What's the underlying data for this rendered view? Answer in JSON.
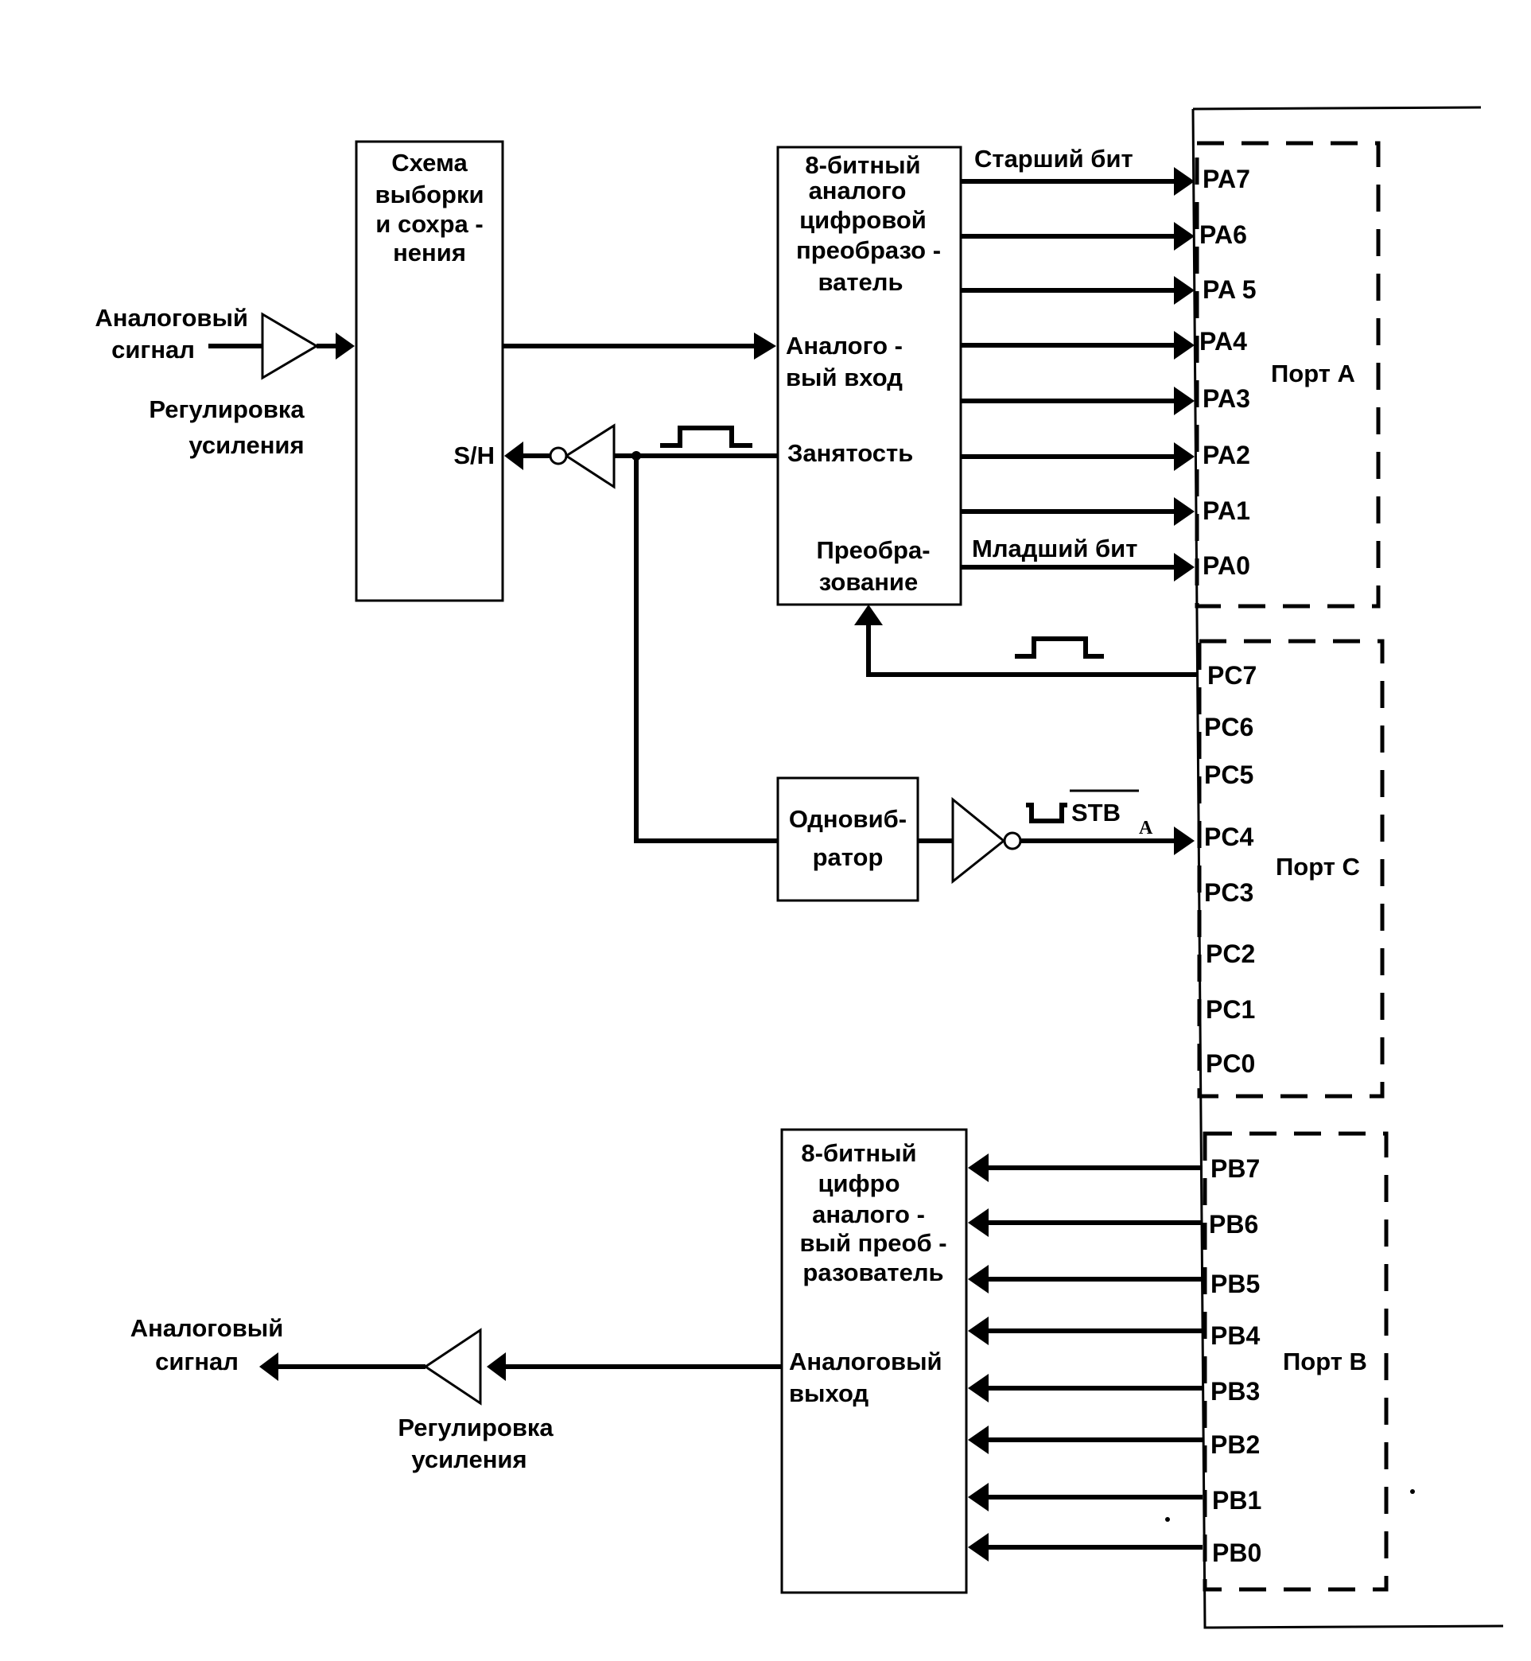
{
  "input_section": {
    "signal_label": [
      "Аналоговый",
      "сигнал"
    ],
    "gain_label": [
      "Регулировка",
      "усиления"
    ]
  },
  "sample_hold": {
    "title": [
      "Схема",
      "выборки",
      "и сохра -",
      "нения"
    ],
    "sh_pin": "S/H"
  },
  "adc": {
    "title": [
      "8-битный",
      "аналого",
      "цифровой",
      "преобразо -",
      "ватель"
    ],
    "analog_input": [
      "Аналого -",
      "вый вход"
    ],
    "busy": "Занятость",
    "convert": [
      "Преобра-",
      "зование"
    ],
    "msb_label": "Старший бит",
    "lsb_label": "Младший бит"
  },
  "one_shot": {
    "title": [
      "Одновиб-",
      "ратор"
    ]
  },
  "strobe": {
    "label": "STB",
    "subscript": "A"
  },
  "dac": {
    "title": [
      "8-битный",
      "цифро",
      "аналого -",
      "вый преоб -",
      "разователь"
    ],
    "analog_output": [
      "Аналоговый",
      "выход"
    ]
  },
  "output_section": {
    "signal_label": [
      "Аналоговый",
      "сигнал"
    ],
    "gain_label": [
      "Регулировка",
      "усиления"
    ]
  },
  "ports": {
    "port_a": {
      "name": "Порт A",
      "pins": [
        "PA7",
        "PA6",
        "PA 5",
        "PA4",
        "PA3",
        "PA2",
        "PA1",
        "PA0"
      ]
    },
    "port_c": {
      "name": "Порт C",
      "pins": [
        "PC7",
        "PC6",
        "PC5",
        "PC4",
        "PC3",
        "PC2",
        "PC1",
        "PC0"
      ]
    },
    "port_b": {
      "name": "Порт B",
      "pins": [
        "PB7",
        "PB6",
        "PB5",
        "PB4",
        "PB3",
        "PB2",
        "PB1",
        "PB0"
      ]
    }
  }
}
